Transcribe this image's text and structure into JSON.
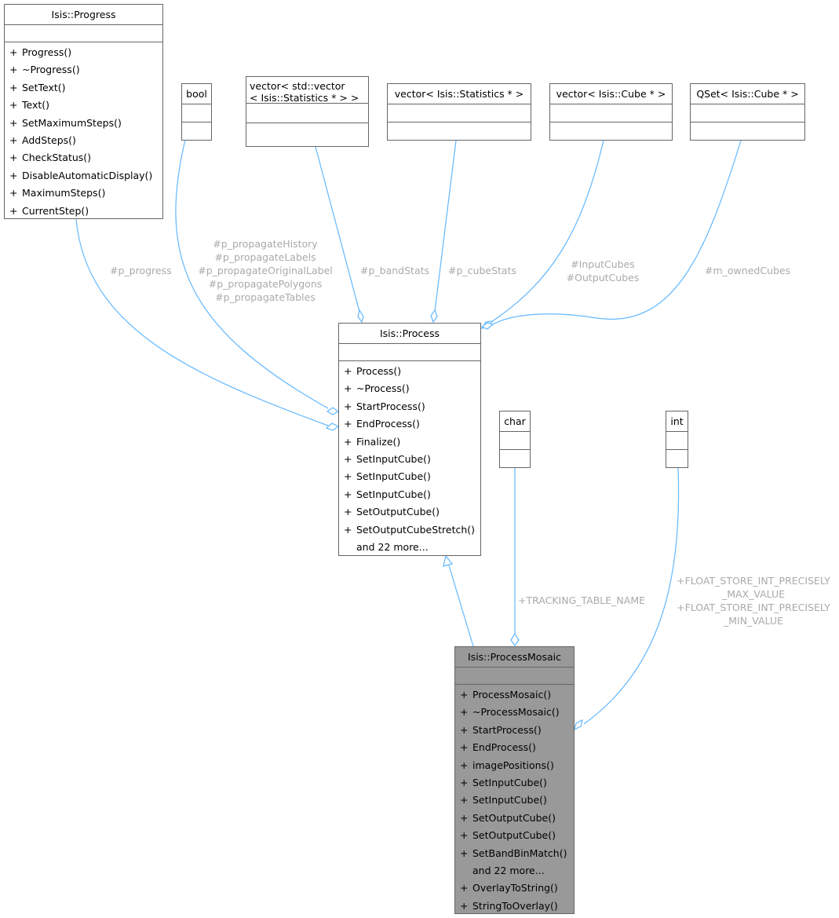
{
  "classes": {
    "progress": {
      "title": "Isis::Progress",
      "ops": [
        {
          "vis": "+",
          "name": "Progress()"
        },
        {
          "vis": "+",
          "name": "~Progress()"
        },
        {
          "vis": "+",
          "name": "SetText()"
        },
        {
          "vis": "+",
          "name": "Text()"
        },
        {
          "vis": "+",
          "name": "SetMaximumSteps()"
        },
        {
          "vis": "+",
          "name": "AddSteps()"
        },
        {
          "vis": "+",
          "name": "CheckStatus()"
        },
        {
          "vis": "+",
          "name": "DisableAutomaticDisplay()"
        },
        {
          "vis": "+",
          "name": "MaximumSteps()"
        },
        {
          "vis": "+",
          "name": "CurrentStep()"
        }
      ]
    },
    "bool": {
      "title": "bool"
    },
    "vector_vector": {
      "title_line1": "vector< std::vector",
      "title_line2": "< Isis::Statistics * > >"
    },
    "vector_stats": {
      "title": "vector< Isis::Statistics * >"
    },
    "vector_cube": {
      "title": "vector< Isis::Cube * >"
    },
    "qset_cube": {
      "title": "QSet< Isis::Cube * >"
    },
    "process": {
      "title": "Isis::Process",
      "ops": [
        {
          "vis": "+",
          "name": "Process()"
        },
        {
          "vis": "+",
          "name": "~Process()"
        },
        {
          "vis": "+",
          "name": "StartProcess()"
        },
        {
          "vis": "+",
          "name": "EndProcess()"
        },
        {
          "vis": "+",
          "name": "Finalize()"
        },
        {
          "vis": "+",
          "name": "SetInputCube()"
        },
        {
          "vis": "+",
          "name": "SetInputCube()"
        },
        {
          "vis": "+",
          "name": "SetInputCube()"
        },
        {
          "vis": "+",
          "name": "SetOutputCube()"
        },
        {
          "vis": "+",
          "name": "SetOutputCubeStretch()"
        },
        {
          "vis": "",
          "name": "and 22 more..."
        }
      ]
    },
    "char": {
      "title": "char"
    },
    "int": {
      "title": "int"
    },
    "process_mosaic": {
      "title": "Isis::ProcessMosaic",
      "ops": [
        {
          "vis": "+",
          "name": "ProcessMosaic()"
        },
        {
          "vis": "+",
          "name": "~ProcessMosaic()"
        },
        {
          "vis": "+",
          "name": "StartProcess()"
        },
        {
          "vis": "+",
          "name": "EndProcess()"
        },
        {
          "vis": "+",
          "name": "imagePositions()"
        },
        {
          "vis": "+",
          "name": "SetInputCube()"
        },
        {
          "vis": "+",
          "name": "SetInputCube()"
        },
        {
          "vis": "+",
          "name": "SetOutputCube()"
        },
        {
          "vis": "+",
          "name": "SetOutputCube()"
        },
        {
          "vis": "+",
          "name": "SetBandBinMatch()"
        },
        {
          "vis": "",
          "name": "and 22 more..."
        },
        {
          "vis": "+",
          "name": "OverlayToString()"
        },
        {
          "vis": "+",
          "name": "StringToOverlay()"
        }
      ]
    }
  },
  "edge_labels": {
    "p_progress": "#p_progress",
    "bool_members": [
      "#p_propagateHistory",
      "#p_propagateLabels",
      "#p_propagateOriginalLabel",
      "#p_propagatePolygons",
      "#p_propagateTables"
    ],
    "band_stats": "#p_bandStats",
    "cube_stats": "#p_cubeStats",
    "cubes": [
      "#InputCubes",
      "#OutputCubes"
    ],
    "owned_cubes": "#m_ownedCubes",
    "tracking": "+TRACKING_TABLE_NAME",
    "float_store": [
      "+FLOAT_STORE_INT_PRECISELY",
      "_MAX_VALUE",
      "+FLOAT_STORE_INT_PRECISELY",
      "_MIN_VALUE"
    ]
  },
  "colors": {
    "edge": "#63b8ff",
    "label": "#aaaaaa",
    "highlight_fill": "#999999",
    "border": "#666666"
  }
}
